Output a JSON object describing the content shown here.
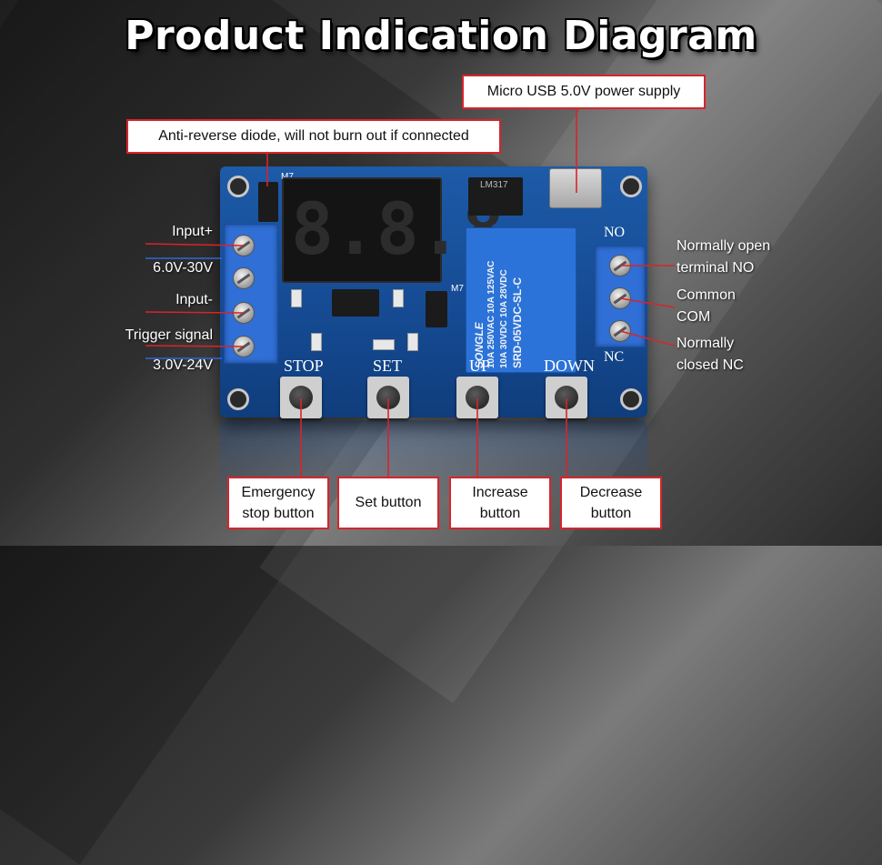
{
  "title": "Product Indication Diagram",
  "callouts": {
    "usb": "Micro USB 5.0V power supply",
    "diode": "Anti-reverse diode, will not burn out if connected",
    "stop": "Emergency stop button",
    "set": "Set button",
    "up": "Increase button",
    "down": "Decrease button"
  },
  "left_labels": {
    "input_plus": "Input+",
    "input_range": "6.0V-30V",
    "input_minus": "Input-",
    "trigger": "Trigger signal",
    "trigger_range": "3.0V-24V"
  },
  "right_labels": {
    "no_line1": "Normally open",
    "no_line2": "terminal NO",
    "com_line1": "Common",
    "com_line2": "COM",
    "nc_line1": "Normally",
    "nc_line2": "closed NC"
  },
  "board": {
    "display_digits": [
      "8.",
      "8.",
      "8."
    ],
    "button_labels": {
      "stop": "STOP",
      "set": "SET",
      "up": "UP",
      "down": "DOWN"
    },
    "terminal_marks": {
      "no": "NO",
      "nc": "NC"
    },
    "component_labels": {
      "m7_top": "M7",
      "m7_mid": "M7",
      "regulator": "LM317",
      "relay_brand": "SONGLE",
      "relay_rating1": "10A 250VAC  10A 125VAC",
      "relay_rating2": "10A 30VDC  10A 28VDC",
      "relay_model": "SRD-05VDC-SL-C"
    }
  },
  "colors": {
    "callout_border": "#d8242a",
    "board_blue": "#1d5aa8",
    "terminal_blue": "#2f6fd6",
    "leader_line": "#d8242a"
  }
}
